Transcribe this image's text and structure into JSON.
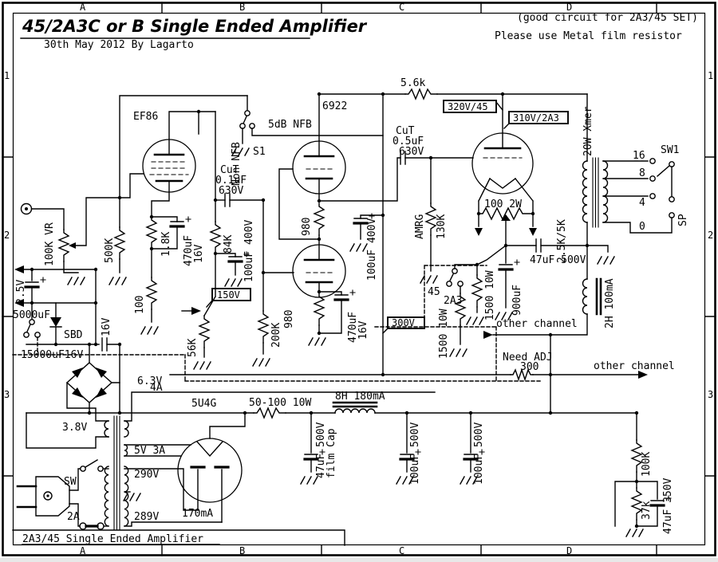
{
  "colors": {
    "ink": "#000000",
    "paper": "#ffffff"
  },
  "header": {
    "title": "45/2A3C or B Single Ended Amplifier",
    "date_author": "30th May 2012 By Lagarto",
    "note_top": "(good circuit for 2A3/45 SET)",
    "note_bottom": "Please use Metal film resistor"
  },
  "footer": {
    "title": "2A3/45 Single Ended Amplifier"
  },
  "grid": {
    "cols": [
      "A",
      "B",
      "C",
      "D"
    ],
    "rows": [
      "1",
      "2",
      "3"
    ]
  },
  "labels": {
    "ef86": "EF86",
    "non_nfb": "Non NFB",
    "s1": "S1",
    "nfb_5db": "5dB NFB",
    "cut1_brand": "CuT",
    "cut1_val": "0.1uF",
    "cut1_volt": "630V",
    "v6922": "6922",
    "r5k6": "5.6k",
    "cut2_brand": "CuT",
    "cut2_val": "0.5uF",
    "cut2_volt": "630V",
    "flag_320": "320V/45",
    "flag_310": "310V/2A3",
    "opt_power": "20W Xmer",
    "opt_z": "2.5K/5K",
    "sw1": "SW1",
    "tap16": "16",
    "tap8": "8",
    "tap4": "4",
    "tap0": "0",
    "sp": "SP",
    "vr": "100K VR",
    "r500k": "500K",
    "r1k8": "1.8K",
    "c470a": "470uF",
    "c470a_v": "16V",
    "r84k": "84K",
    "c100a": "100uF 400V",
    "r100": "100",
    "flag_150": "150V",
    "r56k": "56K",
    "r200k": "200K",
    "r980a": "980",
    "r980b": "980",
    "c470b": "470uF",
    "c470b_v": "16V",
    "c100b": "100uF 400V",
    "flag_300": "300V",
    "amrg": "AMRG",
    "r130k": "130K",
    "humpot": "100 2W",
    "sw45": "45",
    "sw2a3": "2A3",
    "r1500a": "1500 10W",
    "r1500b": "1500 10W",
    "c900": "900uF",
    "c47_500": "47uF 500V",
    "choke2h": "2H 100mA",
    "other1": "other channel",
    "need_adj1": "Need ADJ",
    "need_adj2": "300",
    "other2": "other channel",
    "v2_5": "2.5V",
    "c5000": "5000uF",
    "sbd": "SBD",
    "c15000": "15000uF16V",
    "v16": "16V",
    "v63": "6.3V",
    "v63a": "4A",
    "v38": "3.8V",
    "v5_3a": "5V 3A",
    "v290": "290V",
    "v289": "289V",
    "sw_mains": "SW",
    "fuse2a": "2A",
    "v5u4g": "5U4G",
    "i170": "170mA",
    "r50_100": "50-100 10W",
    "choke8h": "8H 180mA",
    "cfilm1": "47uF 500V",
    "cfilm2": "film Cap",
    "c100_500a": "100uF 500V",
    "c100_500b": "100uF 500V",
    "r100k": "100K",
    "r37k": "37k",
    "c47_350": "47uF 350V"
  }
}
